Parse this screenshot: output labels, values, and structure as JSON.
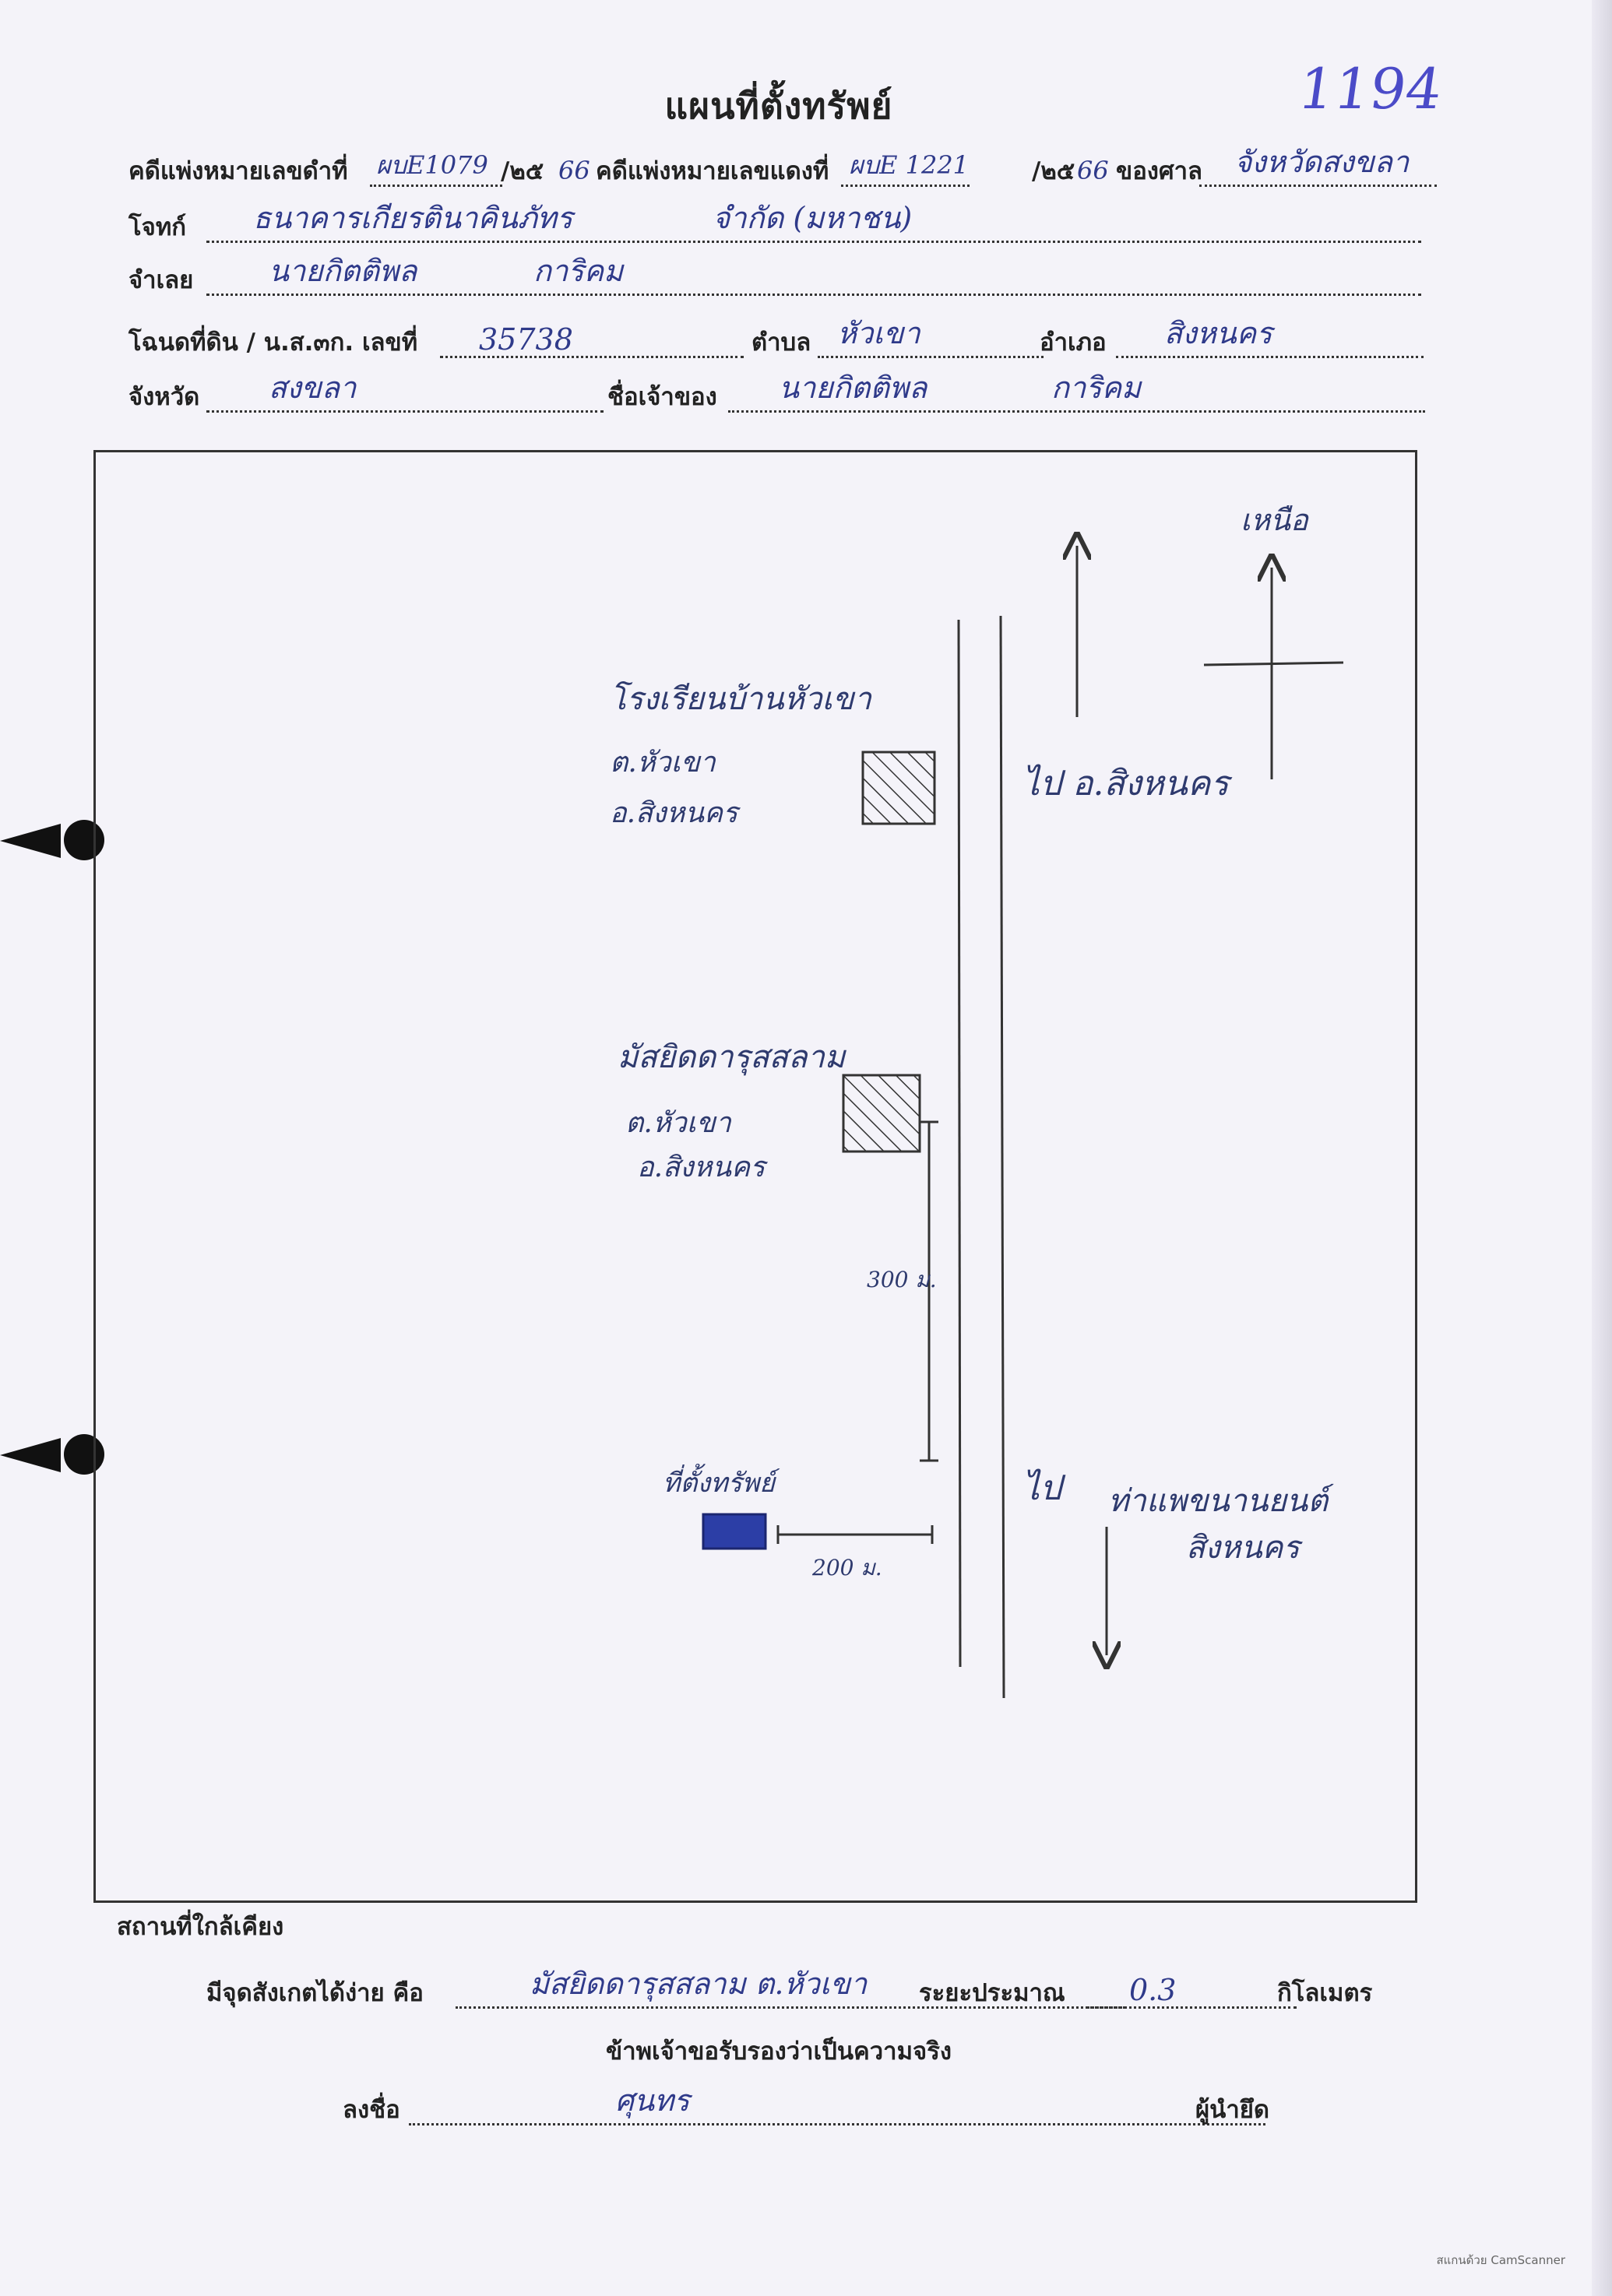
{
  "document": {
    "number_handwritten": "1194",
    "title": "แผนที่ตั้งทรัพย์"
  },
  "header": {
    "black_case_label": "คดีแพ่งหมายเลขดำที่",
    "black_case_no": "ผบE1079",
    "black_case_year_prefix": "/๒๕",
    "black_case_year": "66",
    "red_case_label": "คดีแพ่งหมายเลขแดงที่",
    "red_case_no": "ผบE 1221",
    "red_case_year_prefix": "/๒๕",
    "red_case_year": "66",
    "court_label": "ของศาล",
    "court_value": "จังหวัดสงขลา",
    "plaintiff_label": "โจทก์",
    "plaintiff_value": "ธนาคารเกียรตินาคินภัทร",
    "plaintiff_suffix": "จำกัด (มหาชน)",
    "defendant_label": "จำเลย",
    "defendant_value": "นายกิตติพล",
    "defendant_surname": "การิคม",
    "deed_label": "โฉนดที่ดิน / น.ส.๓ก. เลขที่",
    "deed_no": "35738",
    "subdistrict_label": "ตำบล",
    "subdistrict_value": "หัวเขา",
    "district_label": "อำเภอ",
    "district_value": "สิงหนคร",
    "province_label": "จังหวัด",
    "province_value": "สงขลา",
    "owner_label": "ชื่อเจ้าของ",
    "owner_value": "นายกิตติพล",
    "owner_surname": "การิคม"
  },
  "map": {
    "north": "เหนือ",
    "school_name": "โรงเรียนบ้านหัวเขา",
    "school_subdistrict": "ต.หัวเขา",
    "school_district": "อ.สิงหนคร",
    "to_top": "ไป อ.สิงหนคร",
    "mosque_name": "มัสยิดดารุสสลาม",
    "mosque_subdistrict": "ต.หัวเขา",
    "mosque_district": "อ.สิงหนคร",
    "distance_road": "300 ม.",
    "property_label": "ที่ตั้งทรัพย์",
    "distance_side": "200 ม.",
    "to_bottom_prefix": "ไป",
    "to_bottom_line1": "ท่าแพขนานยนต์",
    "to_bottom_line2": "สิงหนคร",
    "colors": {
      "property": "#2c3ea6",
      "ink": "#2e3a6e"
    }
  },
  "footer": {
    "nearby_label": "สถานที่ใกล้เคียง",
    "landmark_label": "มีจุดสังเกตได้ง่าย คือ",
    "landmark_value": "มัสยิดดารุสสลาม ต.หัวเขา",
    "distance_label": "ระยะประมาณ",
    "distance_value": "0.3",
    "distance_unit": "กิโลเมตร",
    "certify": "ข้าพเจ้าขอรับรองว่าเป็นความจริง",
    "sign_label": "ลงชื่อ",
    "signature": "ศุนทร",
    "signer_role": "ผู้นำยึด"
  },
  "watermark": "สแกนด้วย CamScanner"
}
